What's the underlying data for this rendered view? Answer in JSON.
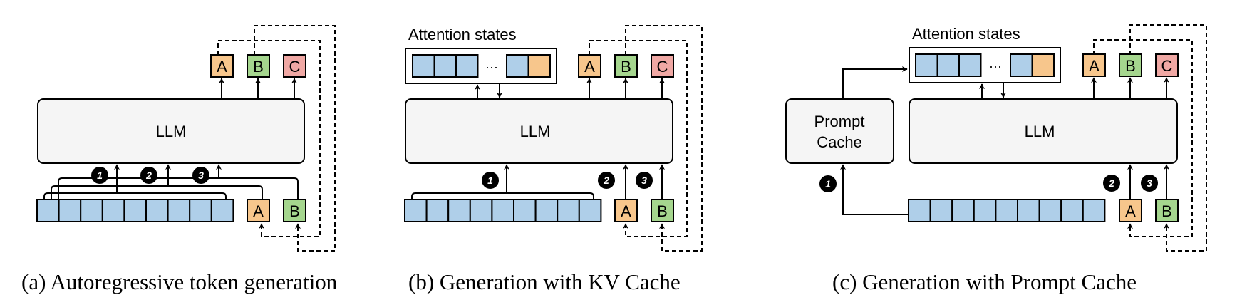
{
  "colors": {
    "token_blue": "#AFCFE9",
    "token_orange": "#F7C68C",
    "token_green": "#A5D68E",
    "token_red": "#F0A8A4",
    "llm_fill": "#F5F5F5",
    "stroke": "#000000"
  },
  "panels": [
    {
      "id": "a",
      "caption": "(a) Autoregressive token generation",
      "llm_label": "LLM",
      "prompt_token_count": 9,
      "outputs": [
        "A",
        "B",
        "C"
      ],
      "inputs": [
        "A",
        "B"
      ],
      "steps": [
        "1",
        "2",
        "3"
      ]
    },
    {
      "id": "b",
      "caption": "(b) Generation with KV Cache",
      "llm_label": "LLM",
      "attention_label": "Attention states",
      "ellipsis": "···",
      "prompt_token_count": 9,
      "outputs": [
        "A",
        "B",
        "C"
      ],
      "inputs": [
        "A",
        "B"
      ],
      "steps": [
        "1",
        "2",
        "3"
      ]
    },
    {
      "id": "c",
      "caption": "(c) Generation with Prompt Cache",
      "llm_label": "LLM",
      "attention_label": "Attention states",
      "ellipsis": "···",
      "prompt_cache_label_line1": "Prompt",
      "prompt_cache_label_line2": "Cache",
      "prompt_token_count": 9,
      "outputs": [
        "A",
        "B",
        "C"
      ],
      "inputs": [
        "A",
        "B"
      ],
      "steps": [
        "1",
        "2",
        "3"
      ]
    }
  ]
}
